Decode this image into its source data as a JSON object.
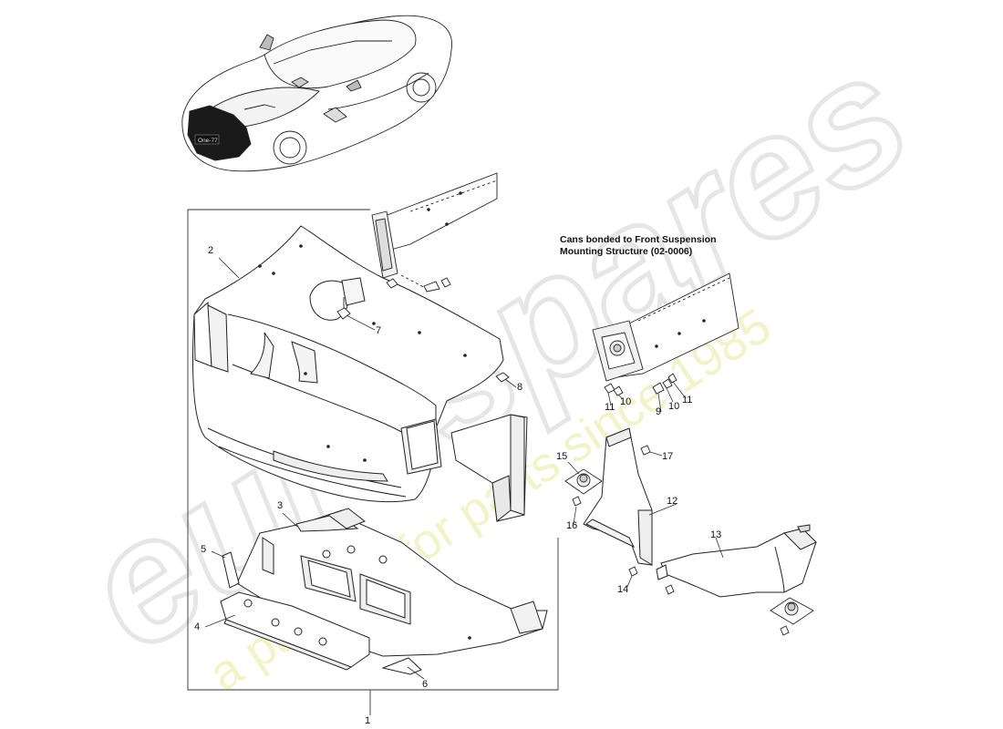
{
  "note": {
    "line1": "Cans bonded to Front Suspension",
    "line2": "Mounting Structure (02-0006)"
  },
  "car_plate": "One-77",
  "callouts": [
    "1",
    "2",
    "3",
    "4",
    "5",
    "6",
    "7",
    "8",
    "9",
    "10",
    "10",
    "11",
    "11",
    "12",
    "13",
    "14",
    "15",
    "16",
    "17"
  ],
  "watermark": {
    "brand": "eurospares",
    "tagline": "a passion for parts since 1985",
    "brand_color": "#e4e4e4",
    "tagline_color": "#f1f1c2"
  },
  "colors": {
    "line": "#222222",
    "part_fill": "#ffffff",
    "car_dark": "#1a1a1a"
  }
}
